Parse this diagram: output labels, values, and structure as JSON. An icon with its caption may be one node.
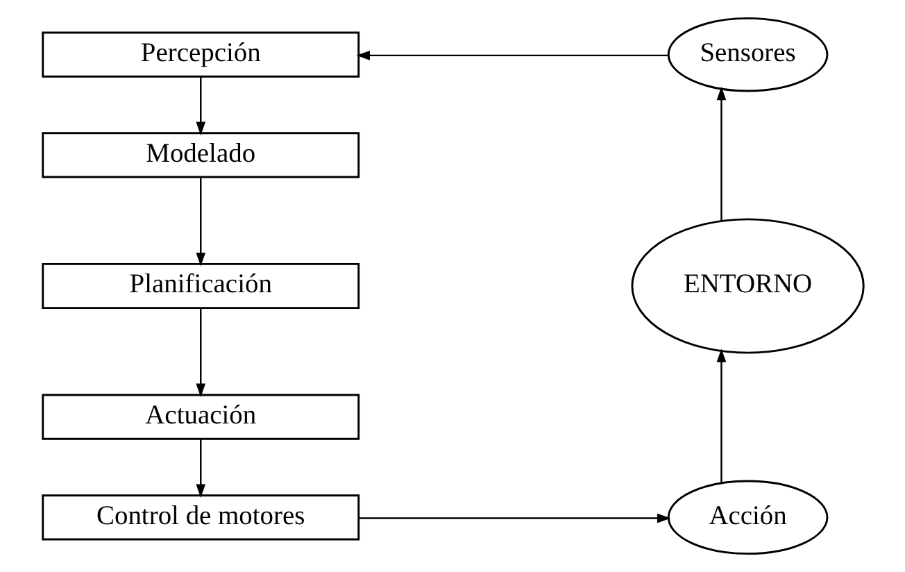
{
  "diagram": {
    "nodes": [
      {
        "text": [
          "Percepción"
        ]
      },
      {
        "text": [
          "Modelado"
        ]
      },
      {
        "text": [
          "Planificación"
        ]
      },
      {
        "text": [
          "Actuación"
        ]
      },
      {
        "text": [
          "Control de motores"
        ]
      },
      {
        "text": [
          "Acción"
        ]
      },
      {
        "text": [
          "ENTORNO"
        ]
      },
      {
        "text": [
          "Sensores"
        ]
      }
    ],
    "edges": [
      {
        "from": 0,
        "to": 1,
        "arrow": "to"
      },
      {
        "from": 1,
        "to": 2,
        "arrow": "to"
      },
      {
        "from": 2,
        "to": 3,
        "arrow": "to"
      },
      {
        "from": 3,
        "to": 4,
        "arrow": "to"
      },
      {
        "from": 4,
        "to": 5,
        "arrow": "to"
      },
      {
        "from": 5,
        "to": 6,
        "arrow": "to"
      },
      {
        "from": 6,
        "to": 7,
        "arrow": "to"
      },
      {
        "from": 7,
        "to": 0,
        "arrow": "to"
      }
    ]
  }
}
